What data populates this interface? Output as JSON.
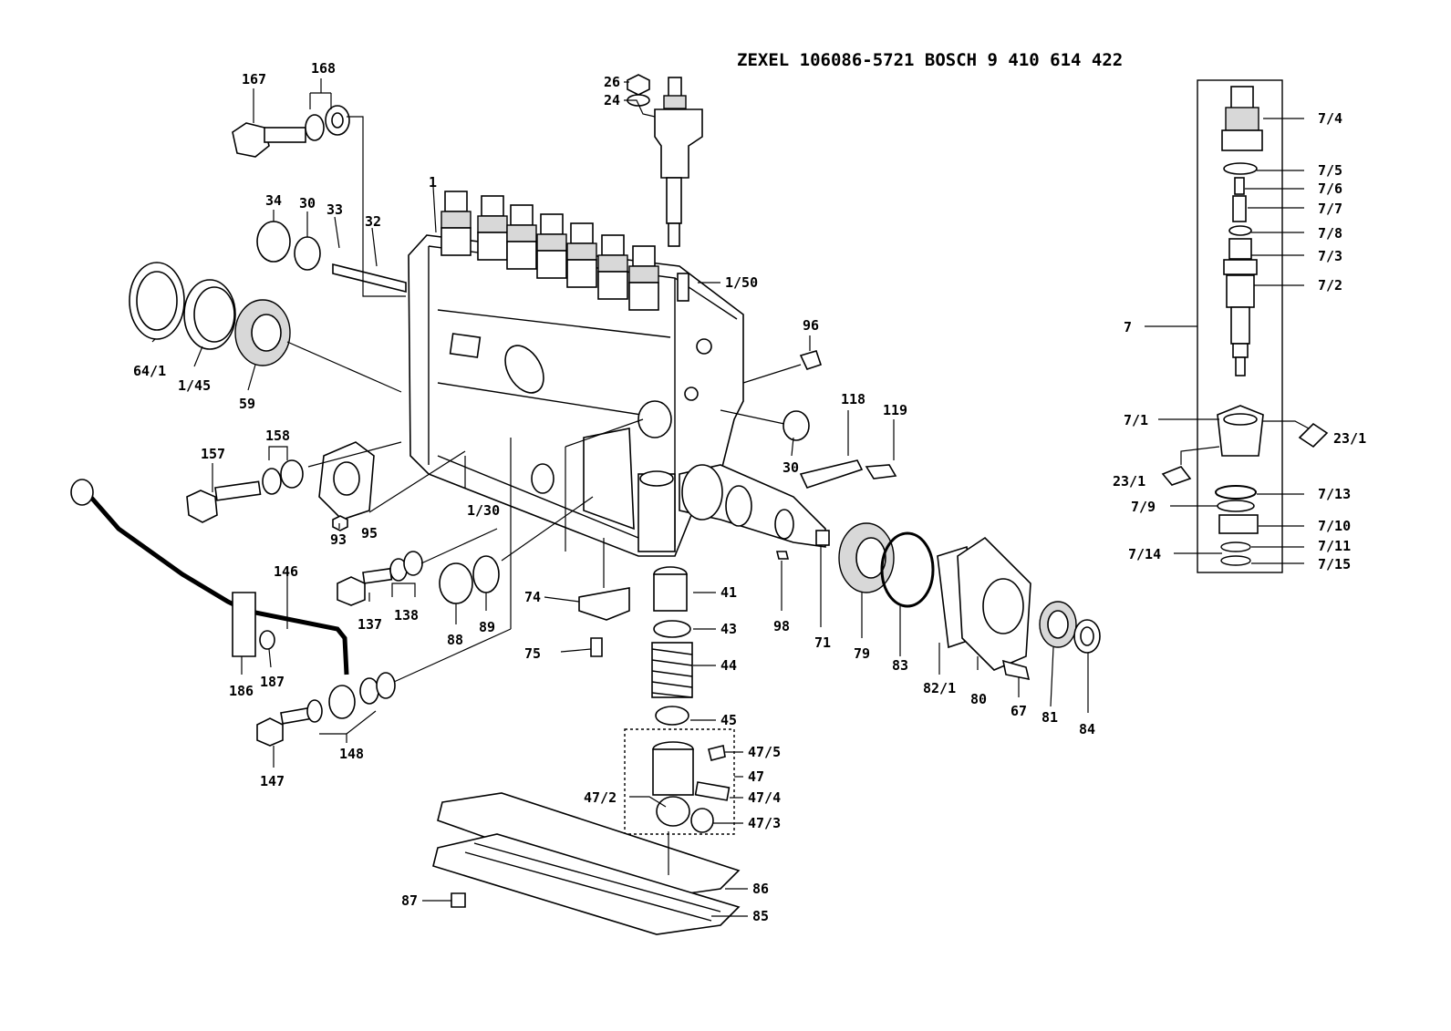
{
  "header": {
    "title": "ZEXEL  106086-5721  BOSCH  9 410 614 422"
  },
  "callouts": {
    "c167": "167",
    "c168": "168",
    "c34": "34",
    "c30a": "30",
    "c33": "33",
    "c32": "32",
    "c1": "1",
    "c26": "26",
    "c24": "24",
    "c1_50": "1/50",
    "c64_1": "64/1",
    "c1_45": "1/45",
    "c59": "59",
    "c96": "96",
    "c157": "157",
    "c158": "158",
    "c118": "118",
    "c119": "119",
    "c30b": "30",
    "c1_30": "1/30",
    "c93": "93",
    "c95": "95",
    "c146": "146",
    "c137": "137",
    "c138": "138",
    "c88": "88",
    "c89": "89",
    "c74": "74",
    "c41": "41",
    "c43": "43",
    "c75": "75",
    "c44": "44",
    "c45": "45",
    "c98": "98",
    "c71": "71",
    "c79": "79",
    "c83": "83",
    "c82_1": "82/1",
    "c80": "80",
    "c67": "67",
    "c81": "81",
    "c84": "84",
    "c186": "186",
    "c187": "187",
    "c147": "147",
    "c148": "148",
    "c47_5": "47/5",
    "c47": "47",
    "c47_2": "47/2",
    "c47_4": "47/4",
    "c47_3": "47/3",
    "c86": "86",
    "c87": "87",
    "c85": "85"
  },
  "inset": {
    "c7_4": "7/4",
    "c7_5": "7/5",
    "c7_6": "7/6",
    "c7_7": "7/7",
    "c7_8": "7/8",
    "c7_3": "7/3",
    "c7_2": "7/2",
    "c7": "7",
    "c7_1": "7/1",
    "c23_1a": "23/1",
    "c23_1b": "23/1",
    "c7_13": "7/13",
    "c7_9": "7/9",
    "c7_10": "7/10",
    "c7_11": "7/11",
    "c7_14": "7/14",
    "c7_15": "7/15"
  }
}
